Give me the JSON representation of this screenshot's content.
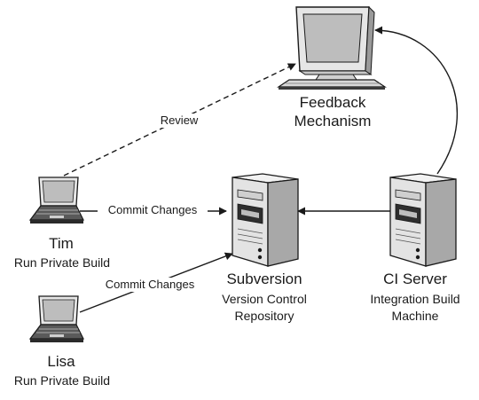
{
  "nodes": {
    "feedback": {
      "title_line1": "Feedback",
      "title_line2": "Mechanism",
      "icon": "monitor-icon"
    },
    "tim": {
      "name": "Tim",
      "role": "Run Private Build",
      "icon": "laptop-icon"
    },
    "lisa": {
      "name": "Lisa",
      "role": "Run Private Build",
      "icon": "laptop-icon"
    },
    "subversion": {
      "name": "Subversion",
      "line1": "Version Control",
      "line2": "Repository",
      "icon": "server-tower-icon"
    },
    "ci_server": {
      "name": "CI Server",
      "line1": "Integration Build",
      "line2": "Machine",
      "icon": "server-tower-icon"
    }
  },
  "edges": {
    "review": {
      "label": "Review",
      "style": "dashed"
    },
    "tim_commit": {
      "label": "Commit Changes"
    },
    "lisa_commit": {
      "label": "Commit Changes"
    }
  },
  "colors": {
    "line": "#1a1a1a",
    "device_face": "#e8e8e8",
    "device_dark": "#3a3a3a",
    "screen": "#bdbdbd"
  }
}
